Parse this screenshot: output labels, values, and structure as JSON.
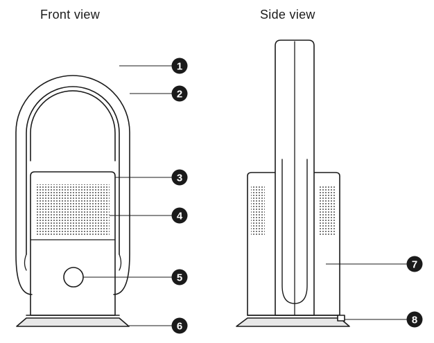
{
  "views": {
    "front": {
      "title": "Front view"
    },
    "side": {
      "title": "Side view"
    }
  },
  "callouts": [
    {
      "number": "1",
      "view": "front"
    },
    {
      "number": "2",
      "view": "front"
    },
    {
      "number": "3",
      "view": "front"
    },
    {
      "number": "4",
      "view": "front"
    },
    {
      "number": "5",
      "view": "front"
    },
    {
      "number": "6",
      "view": "front"
    },
    {
      "number": "7",
      "view": "side"
    },
    {
      "number": "8",
      "view": "side"
    }
  ],
  "colors": {
    "line": "#1a1a1a",
    "grille": "#555555",
    "badge": "#1a1a1a",
    "badge_text": "#ffffff",
    "background": "#ffffff"
  }
}
